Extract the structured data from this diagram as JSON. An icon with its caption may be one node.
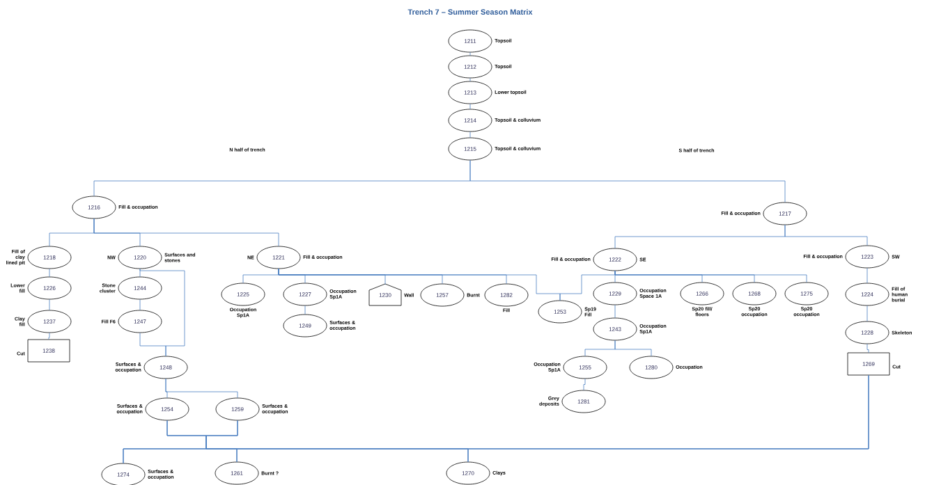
{
  "diagram": {
    "title": "Trench 7 – Summer Season Matrix",
    "nodes": [
      {
        "text": [
          "1211"
        ],
        "beside": [
          "Topsoil"
        ]
      },
      {
        "text": [
          "1212"
        ],
        "beside": [
          "Topsoil"
        ]
      },
      {
        "text": [
          "1213"
        ],
        "beside": [
          "Lower topsoil"
        ]
      },
      {
        "text": [
          "1214"
        ],
        "beside": [
          "Topsoil & colluvium"
        ]
      },
      {
        "text": [
          "1215"
        ],
        "beside": [
          "Topsoil & colluvium"
        ]
      },
      {
        "text": [
          "1216"
        ],
        "beside": [
          "Fill & occupation"
        ]
      },
      {
        "text": [
          "1217"
        ],
        "beside": [
          "Fill & occupation"
        ]
      },
      {
        "text": [
          "1218"
        ],
        "beside": [
          "Fill of clay lined pit"
        ]
      },
      {
        "text": [
          "1220"
        ],
        "beside": [
          "NW",
          "Surfaces and stones"
        ]
      },
      {
        "text": [
          "1221"
        ],
        "beside": [
          "NE",
          "Fill & occupation"
        ]
      },
      {
        "text": [
          "1226"
        ],
        "beside": [
          "Lower fill"
        ]
      },
      {
        "text": [
          "1244"
        ],
        "beside": [
          "Stone cluster"
        ]
      },
      {
        "text": [
          "1237"
        ],
        "beside": [
          "Clay fill"
        ]
      },
      {
        "text": [
          "1247"
        ],
        "beside": [
          "Fill F6"
        ]
      },
      {
        "text": [
          "1238"
        ],
        "beside": [
          "Cut"
        ]
      },
      {
        "text": [
          "1248"
        ],
        "beside": [
          "Surfaces & occupation"
        ]
      },
      {
        "text": [
          "1225"
        ],
        "beside": [
          "Occupation Sp1A"
        ]
      },
      {
        "text": [
          "1227"
        ],
        "beside": [
          "Occupation Sp1A"
        ]
      },
      {
        "text": [
          "1230"
        ],
        "beside": [
          "Wall"
        ]
      },
      {
        "text": [
          "1257"
        ],
        "beside": [
          "Burnt"
        ]
      },
      {
        "text": [
          "1282"
        ],
        "beside": [
          "Fill"
        ]
      },
      {
        "text": [
          "1249"
        ],
        "beside": [
          "Surfaces & occupation"
        ]
      },
      {
        "text": [
          "1222"
        ],
        "beside": [
          "Fill & occupation",
          "SE"
        ]
      },
      {
        "text": [
          "1223"
        ],
        "beside": [
          "Fill & occupation",
          "SW"
        ]
      },
      {
        "text": [
          "1253"
        ],
        "beside": [
          "Sp19 Fill"
        ]
      },
      {
        "text": [
          "1229"
        ],
        "beside": [
          "Occupation Space 1A"
        ]
      },
      {
        "text": [
          "1266"
        ],
        "beside": [
          "Sp20 fill/ floors"
        ]
      },
      {
        "text": [
          "1268"
        ],
        "beside": [
          "Sp20 occupation"
        ]
      },
      {
        "text": [
          "1275"
        ],
        "beside": [
          "Sp20 occupation"
        ]
      },
      {
        "text": [
          "1224"
        ],
        "beside": [
          "Fill of human burial"
        ]
      },
      {
        "text": [
          "1243"
        ],
        "beside": [
          "Occupation Sp1A"
        ]
      },
      {
        "text": [
          "1228"
        ],
        "beside": [
          "Skeleton"
        ]
      },
      {
        "text": [
          "1255"
        ],
        "beside": [
          "Occupation Sp1A"
        ]
      },
      {
        "text": [
          "1280"
        ],
        "beside": [
          "Occupation"
        ]
      },
      {
        "text": [
          "1269"
        ],
        "beside": [
          "Cut"
        ]
      },
      {
        "text": [
          "1281"
        ],
        "beside": [
          "Grey deposits"
        ]
      },
      {
        "text": [
          "1254"
        ],
        "beside": [
          "Surfaces & occupation"
        ]
      },
      {
        "text": [
          "1259"
        ],
        "beside": [
          "Surfaces & occupation"
        ]
      },
      {
        "text": [
          "1274"
        ],
        "beside": [
          "Surfaces & occupation"
        ]
      },
      {
        "text": [
          "1261"
        ],
        "beside": [
          "Burnt ?"
        ]
      },
      {
        "text": [
          "1270"
        ],
        "beside": [
          "Clays"
        ]
      }
    ],
    "edges": [
      {
        "from": 0,
        "to": 1,
        "arrow": "none"
      },
      {
        "from": 1,
        "to": 2,
        "arrow": "none"
      },
      {
        "from": 2,
        "to": 3,
        "arrow": "none"
      },
      {
        "from": 3,
        "to": 4,
        "arrow": "none"
      },
      {
        "from": 4,
        "to": 5,
        "arrow": "none"
      },
      {
        "from": 4,
        "to": 6,
        "arrow": "none"
      },
      {
        "from": 5,
        "to": 7,
        "arrow": "none"
      },
      {
        "from": 5,
        "to": 8,
        "arrow": "none"
      },
      {
        "from": 5,
        "to": 9,
        "arrow": "none"
      },
      {
        "from": 7,
        "to": 10,
        "arrow": "none"
      },
      {
        "from": 10,
        "to": 12,
        "arrow": "none"
      },
      {
        "from": 12,
        "to": 14,
        "arrow": "none"
      },
      {
        "from": 8,
        "to": 11,
        "arrow": "none"
      },
      {
        "from": 11,
        "to": 13,
        "arrow": "none"
      },
      {
        "from": 8,
        "to": 15,
        "arrow": "none"
      },
      {
        "from": 13,
        "to": 15,
        "arrow": "none"
      },
      {
        "from": 9,
        "to": 16,
        "arrow": "none"
      },
      {
        "from": 9,
        "to": 17,
        "arrow": "none"
      },
      {
        "from": 9,
        "to": 18,
        "arrow": "none"
      },
      {
        "from": 9,
        "to": 19,
        "arrow": "none"
      },
      {
        "from": 9,
        "to": 20,
        "arrow": "none"
      },
      {
        "from": 9,
        "to": 24,
        "arrow": "none"
      },
      {
        "from": 17,
        "to": 21,
        "arrow": "none"
      },
      {
        "from": 6,
        "to": 22,
        "arrow": "none"
      },
      {
        "from": 6,
        "to": 23,
        "arrow": "none"
      },
      {
        "from": 22,
        "to": 24,
        "arrow": "none"
      },
      {
        "from": 22,
        "to": 25,
        "arrow": "none"
      },
      {
        "from": 22,
        "to": 26,
        "arrow": "none"
      },
      {
        "from": 22,
        "to": 27,
        "arrow": "none"
      },
      {
        "from": 22,
        "to": 28,
        "arrow": "none"
      },
      {
        "from": 23,
        "to": 29,
        "arrow": "none"
      },
      {
        "from": 29,
        "to": 31,
        "arrow": "none"
      },
      {
        "from": 31,
        "to": 34,
        "arrow": "none"
      },
      {
        "from": 25,
        "to": 30,
        "arrow": "none"
      },
      {
        "from": 30,
        "to": 32,
        "arrow": "none"
      },
      {
        "from": 30,
        "to": 33,
        "arrow": "none"
      },
      {
        "from": 32,
        "to": 35,
        "arrow": "none"
      },
      {
        "from": 15,
        "to": 36,
        "arrow": "none"
      },
      {
        "from": 15,
        "to": 37,
        "arrow": "none"
      },
      {
        "from": 36,
        "to": 38,
        "arrow": "none"
      },
      {
        "from": 36,
        "to": 39,
        "arrow": "none"
      },
      {
        "from": 36,
        "to": 40,
        "arrow": "none"
      },
      {
        "from": 37,
        "to": 38,
        "arrow": "none"
      },
      {
        "from": 37,
        "to": 39,
        "arrow": "none"
      },
      {
        "from": 37,
        "to": 40,
        "arrow": "none"
      },
      {
        "from": 34,
        "to": 38,
        "arrow": "none"
      },
      {
        "from": 34,
        "to": 39,
        "arrow": "none"
      },
      {
        "from": 34,
        "to": 40,
        "arrow": "none"
      }
    ],
    "labels": [
      "N half of trench",
      "S half of trench"
    ]
  }
}
